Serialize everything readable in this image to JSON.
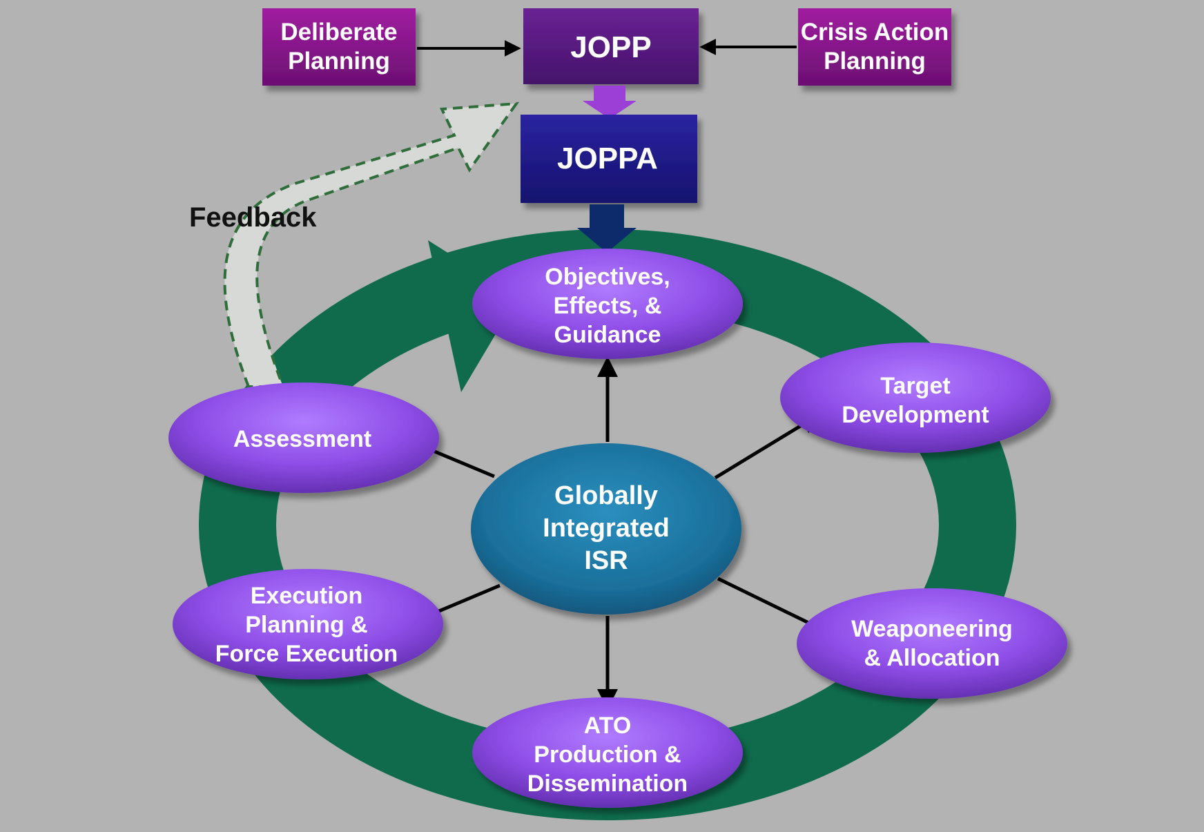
{
  "colors": {
    "background": "#b3b3b3",
    "planning_box": "#8b1a8b",
    "jopp_box": "#5c1a84",
    "joppa_box": "#1f1a8a",
    "cycle_ring": "#0f6b4c",
    "phase_ellipse": "#9b5bf0",
    "center_ellipse": "#1a7aa6",
    "feedback_arrow": "#d6d9d6"
  },
  "top": {
    "deliberate_planning": [
      "Deliberate",
      "Planning"
    ],
    "jopp": "JOPP",
    "crisis_action_planning": [
      "Crisis Action",
      "Planning"
    ],
    "joppa": "JOPPA"
  },
  "feedback_label": "Feedback",
  "center": [
    "Globally",
    "Integrated",
    "ISR"
  ],
  "phases": {
    "objectives": [
      "Objectives,",
      "Effects, &",
      "Guidance"
    ],
    "target_development": [
      "Target",
      "Development"
    ],
    "weaponeering": [
      "Weaponeering",
      "& Allocation"
    ],
    "ato": [
      "ATO",
      "Production &",
      "Dissemination"
    ],
    "execution": [
      "Execution",
      "Planning &",
      "Force Execution"
    ],
    "assessment": [
      "Assessment"
    ]
  }
}
